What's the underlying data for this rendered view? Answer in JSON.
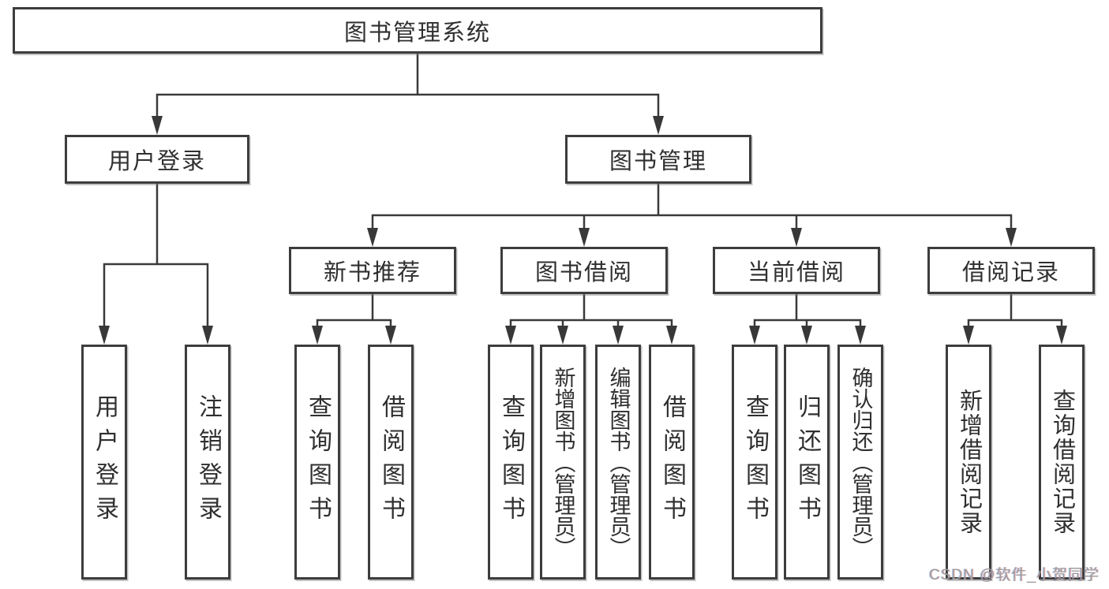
{
  "diagram": {
    "root": {
      "label": "图书管理系统"
    },
    "branches": [
      {
        "label": "用户登录",
        "children": [
          {
            "label": "用户登录"
          },
          {
            "label": "注销登录"
          }
        ]
      },
      {
        "label": "图书管理",
        "sections": [
          {
            "label": "新书推荐",
            "children": [
              {
                "label": "查询图书"
              },
              {
                "label": "借阅图书"
              }
            ]
          },
          {
            "label": "图书借阅",
            "children": [
              {
                "label": "查询图书"
              },
              {
                "label": "新增图书（管理员）"
              },
              {
                "label": "编辑图书（管理员）"
              },
              {
                "label": "借阅图书"
              }
            ]
          },
          {
            "label": "当前借阅",
            "children": [
              {
                "label": "查询图书"
              },
              {
                "label": "归还图书"
              },
              {
                "label": "确认归还（管理员）"
              }
            ]
          },
          {
            "label": "借阅记录",
            "children": [
              {
                "label": "新增借阅记录"
              },
              {
                "label": "查询借阅记录"
              }
            ]
          }
        ]
      }
    ],
    "watermark": "CSDN @软件_小贺同学",
    "colors": {
      "line": "#3a3a3a",
      "box_border": "#3d3d3d",
      "box_background": "#ffffff",
      "text": "#2f2f2f",
      "watermark": "#9d9d9d"
    }
  }
}
